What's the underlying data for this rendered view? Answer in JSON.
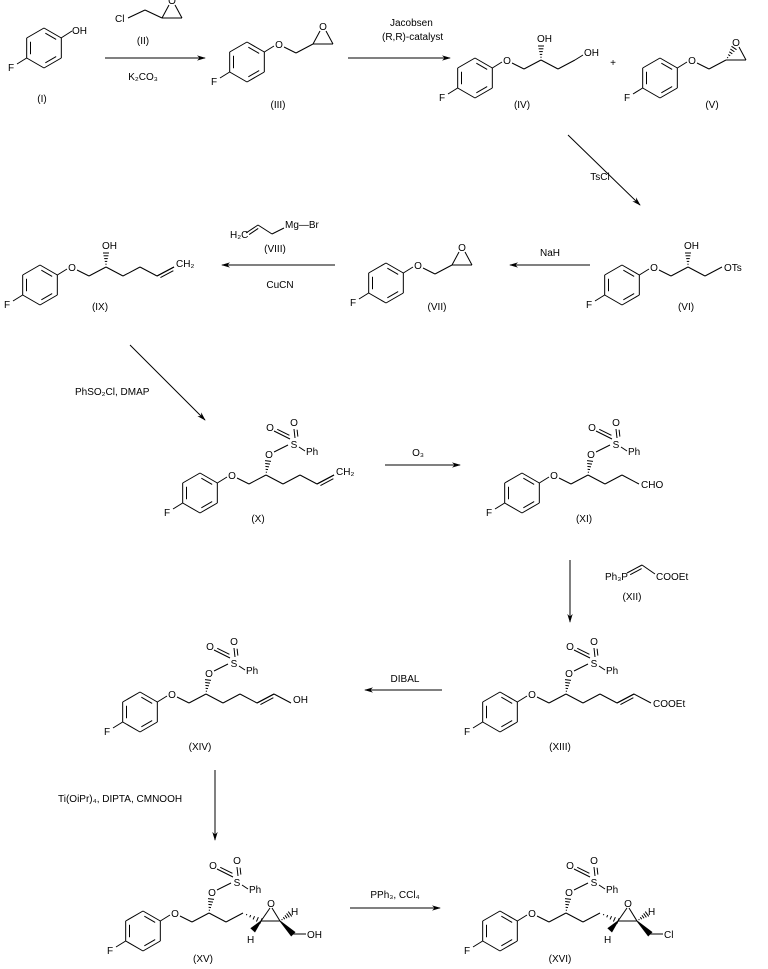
{
  "atoms": {
    "F": "F",
    "O": "O",
    "OH": "OH",
    "Cl": "Cl",
    "OTs": "OTs",
    "CH2": "CH₂",
    "Ph": "Ph",
    "S": "S",
    "CHO": "CHO",
    "COOEt": "COOEt",
    "H": "H",
    "MgBr": "Mg—Br",
    "H2C": "H₂C",
    "Ph3P": "Ph₃P"
  },
  "compounds": {
    "I": "(I)",
    "II": "(II)",
    "III": "(III)",
    "IV": "(IV)",
    "V": "(V)",
    "VI": "(VI)",
    "VII": "(VII)",
    "VIII": "(VIII)",
    "IX": "(IX)",
    "X": "(X)",
    "XI": "(XI)",
    "XII": "(XII)",
    "XIII": "(XIII)",
    "XIV": "(XIV)",
    "XV": "(XV)",
    "XVI": "(XVI)"
  },
  "reagents": {
    "k2co3": "K₂CO₃",
    "jacobsen": "Jacobsen",
    "catalyst": "(R,R)-catalyst",
    "plus": "+",
    "tscl": "TsCl",
    "nah": "NaH",
    "cucn": "CuCN",
    "phso2cl": "PhSO₂Cl, DMAP",
    "o3": "O₃",
    "dibal": "DIBAL",
    "ti": "Ti(OiPr)₄, DIPTA, CMNOOH",
    "pph3": "PPh₃, CCl₄"
  }
}
